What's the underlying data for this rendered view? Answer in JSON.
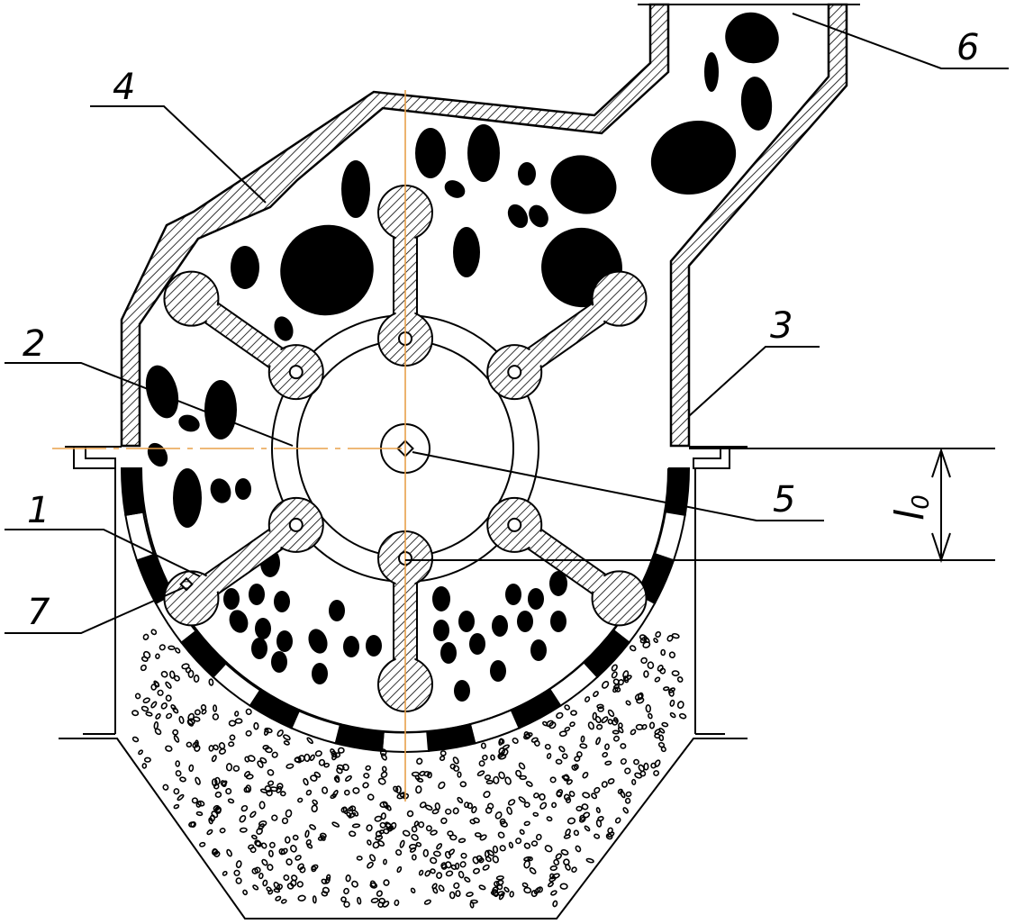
{
  "diagram": {
    "colors": {
      "ink": "#000000",
      "paper": "#ffffff",
      "axis": "#e8a04a"
    },
    "callouts": [
      {
        "id": "1",
        "text": "1"
      },
      {
        "id": "2",
        "text": "2"
      },
      {
        "id": "3",
        "text": "3"
      },
      {
        "id": "4",
        "text": "4"
      },
      {
        "id": "5",
        "text": "5"
      },
      {
        "id": "6",
        "text": "6"
      },
      {
        "id": "7",
        "text": "7"
      }
    ],
    "dimension": {
      "symbol": "l",
      "subscript": "0"
    }
  }
}
